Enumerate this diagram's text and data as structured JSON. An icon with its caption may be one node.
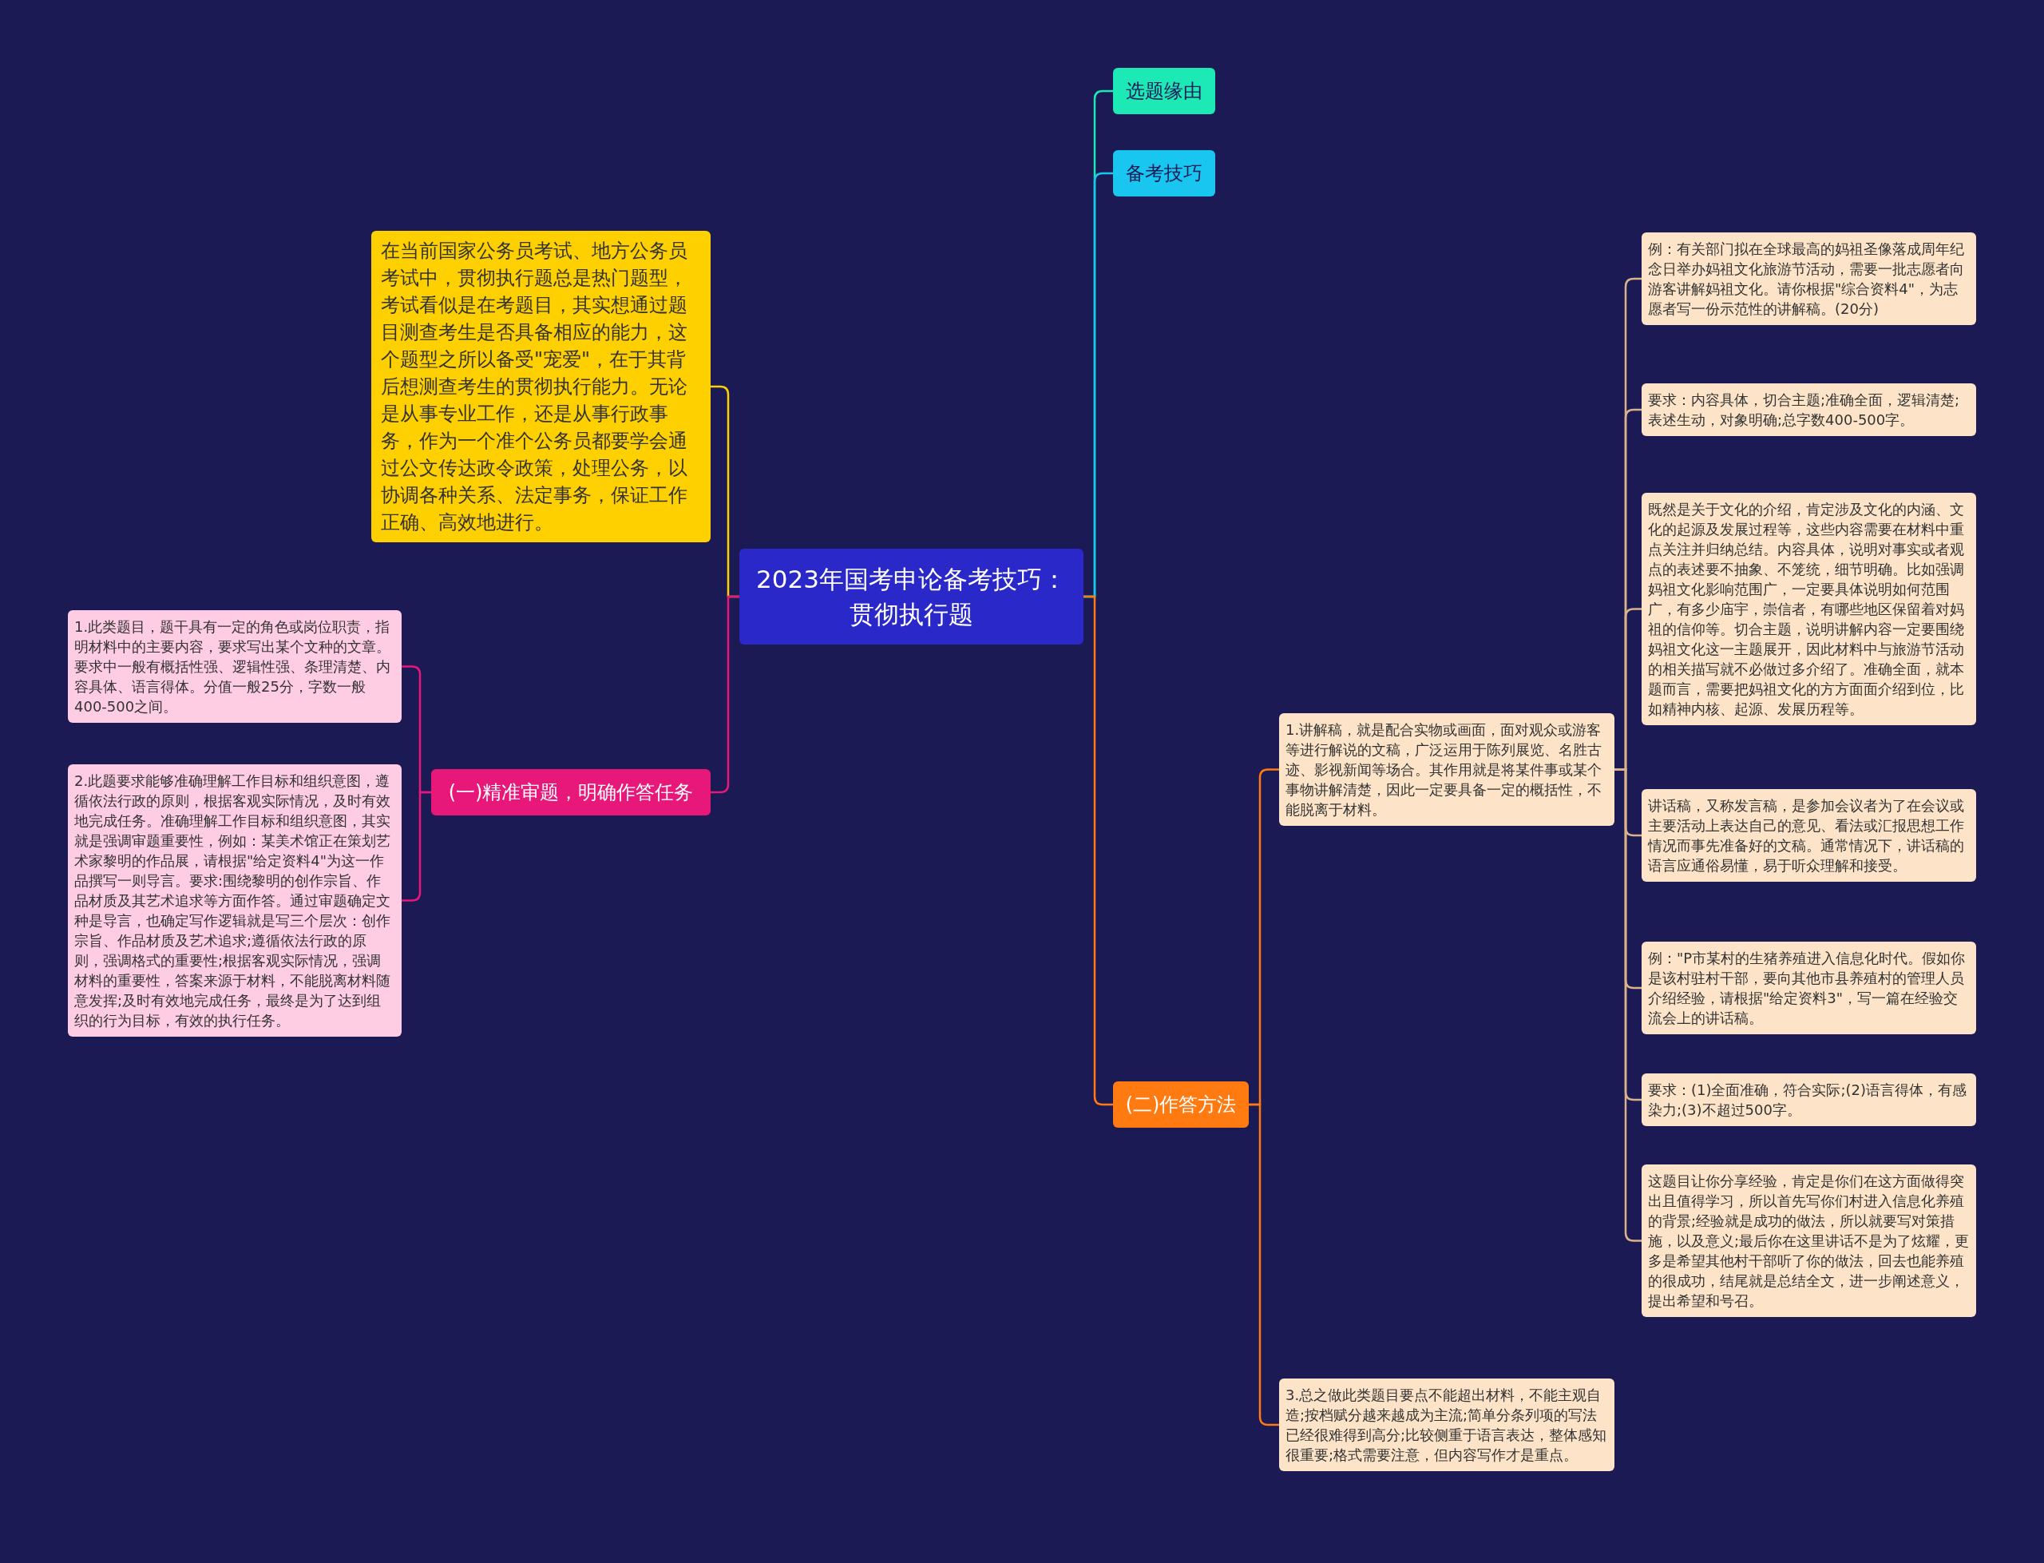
{
  "diagram": {
    "nodes": [
      {
        "text": [
          "2023年国考申论备考技巧：贯彻执行题"
        ]
      },
      {
        "text": [
          "选题缘由"
        ]
      },
      {
        "text": [
          "备考技巧"
        ]
      },
      {
        "text": [
          "在当前国家公务员考试、地方公务员考试中，贯彻执行题总是热门题型，考试看似是在考题目，其实想通过题目测查考生是否具备相应的能力，这个题型之所以备受\"宠爱\"，在于其背后想测查考生的贯彻执行能力。无论是从事专业工作，还是从事行政事务，作为一个准个公务员都要学会通过公文传达政令政策，处理公务，以协调各种关系、法定事务，保证工作正确、高效地进行。"
        ]
      },
      {
        "text": [
          "(一)精准审题，明确作答任务"
        ]
      },
      {
        "text": [
          "1.此类题目，题干具有一定的角色或岗位职责，指明材料中的主要内容，要求写出某个文种的文章。要求中一般有概括性强、逻辑性强、条理清楚、内容具体、语言得体。分值一般25分，字数一般400-500之间。"
        ]
      },
      {
        "text": [
          "2.此题要求能够准确理解工作目标和组织意图，遵循依法行政的原则，根据客观实际情况，及时有效地完成任务。准确理解工作目标和组织意图，其实就是强调审题重要性，例如：某美术馆正在策划艺术家黎明的作品展，请根据\"给定资料4\"为这一作品撰写一则导言。要求:围绕黎明的创作宗旨、作品材质及其艺术追求等方面作答。通过审题确定文种是导言，也确定写作逻辑就是写三个层次：创作宗旨、作品材质及艺术追求;遵循依法行政的原则，强调格式的重要性;根据客观实际情况，强调材料的重要性，答案来源于材料，不能脱离材料随意发挥;及时有效地完成任务，最终是为了达到组织的行为目标，有效的执行任务。"
        ]
      },
      {
        "text": [
          "(二)作答方法"
        ]
      },
      {
        "text": [
          "1.讲解稿，就是配合实物或画面，面对观众或游客等进行解说的文稿，广泛运用于陈列展览、名胜古迹、影视新闻等场合。其作用就是将某件事或某个事物讲解清楚，因此一定要具备一定的概括性，不能脱离于材料。"
        ]
      },
      {
        "text": [
          "例：有关部门拟在全球最高的妈祖圣像落成周年纪念日举办妈祖文化旅游节活动，需要一批志愿者向游客讲解妈祖文化。请你根据\"综合资料4\"，为志愿者写一份示范性的讲解稿。(20分)"
        ]
      },
      {
        "text": [
          "要求：内容具体，切合主题;准确全面，逻辑清楚;表述生动，对象明确;总字数400-500字。"
        ]
      },
      {
        "text": [
          "既然是关于文化的介绍，肯定涉及文化的内涵、文化的起源及发展过程等，这些内容需要在材料中重点关注并归纳总结。内容具体，说明对事实或者观点的表述要不抽象、不笼统，细节明确。比如强调妈祖文化影响范围广，一定要具体说明如何范围广，有多少庙宇，崇信者，有哪些地区保留着对妈祖的信仰等。切合主题，说明讲解内容一定要围绕妈祖文化这一主题展开，因此材料中与旅游节活动的相关描写就不必做过多介绍了。准确全面，就本题而言，需要把妈祖文化的方方面面介绍到位，比如精神内核、起源、发展历程等。"
        ]
      },
      {
        "text": [
          "讲话稿，又称发言稿，是参加会议者为了在会议或主要活动上表达自己的意见、看法或汇报思想工作情况而事先准备好的文稿。通常情况下，讲话稿的语言应通俗易懂，易于听众理解和接受。"
        ]
      },
      {
        "text": [
          "例：\"P市某村的生猪养殖进入信息化时代。假如你是该村驻村干部，要向其他市县养殖村的管理人员介绍经验，请根据\"给定资料3\"，写一篇在经验交流会上的讲话稿。"
        ]
      },
      {
        "text": [
          "要求：(1)全面准确，符合实际;(2)语言得体，有感染力;(3)不超过500字。"
        ]
      },
      {
        "text": [
          "这题目让你分享经验，肯定是你们在这方面做得突出且值得学习，所以首先写你们村进入信息化养殖的背景;经验就是成功的做法，所以就要写对策措施，以及意义;最后你在这里讲话不是为了炫耀，更多是希望其他村干部听了你的做法，回去也能养殖的很成功，结尾就是总结全文，进一步阐述意义，提出希望和号召。"
        ]
      },
      {
        "text": [
          "3.总之做此类题目要点不能超出材料，不能主观自造;按档赋分越来越成为主流;简单分条列项的写法已经很难得到高分;比较侧重于语言表达，整体感知很重要;格式需要注意，但内容写作才是重点。"
        ]
      }
    ],
    "edges": [
      {
        "from": 0,
        "to": 1,
        "arrow": "none",
        "color": "#1de9b6"
      },
      {
        "from": 0,
        "to": 2,
        "arrow": "none",
        "color": "#18c6f0"
      },
      {
        "from": 0,
        "to": 3,
        "arrow": "none",
        "color": "#ffd000"
      },
      {
        "from": 0,
        "to": 4,
        "arrow": "none",
        "color": "#e8177a"
      },
      {
        "from": 0,
        "to": 7,
        "arrow": "none",
        "color": "#ff7a10"
      },
      {
        "from": 4,
        "to": 5,
        "arrow": "none",
        "color": "#e8177a"
      },
      {
        "from": 4,
        "to": 6,
        "arrow": "none",
        "color": "#e8177a"
      },
      {
        "from": 7,
        "to": 8,
        "arrow": "none",
        "color": "#ff7a10"
      },
      {
        "from": 7,
        "to": 16,
        "arrow": "none",
        "color": "#ff7a10"
      },
      {
        "from": 8,
        "to": 9,
        "arrow": "none",
        "color": "#d9b48a"
      },
      {
        "from": 8,
        "to": 10,
        "arrow": "none",
        "color": "#d9b48a"
      },
      {
        "from": 8,
        "to": 11,
        "arrow": "none",
        "color": "#d9b48a"
      },
      {
        "from": 8,
        "to": 12,
        "arrow": "none",
        "color": "#d9b48a"
      },
      {
        "from": 8,
        "to": 13,
        "arrow": "none",
        "color": "#d9b48a"
      },
      {
        "from": 8,
        "to": 14,
        "arrow": "none",
        "color": "#d9b48a"
      },
      {
        "from": 8,
        "to": 15,
        "arrow": "none",
        "color": "#d9b48a"
      }
    ]
  }
}
